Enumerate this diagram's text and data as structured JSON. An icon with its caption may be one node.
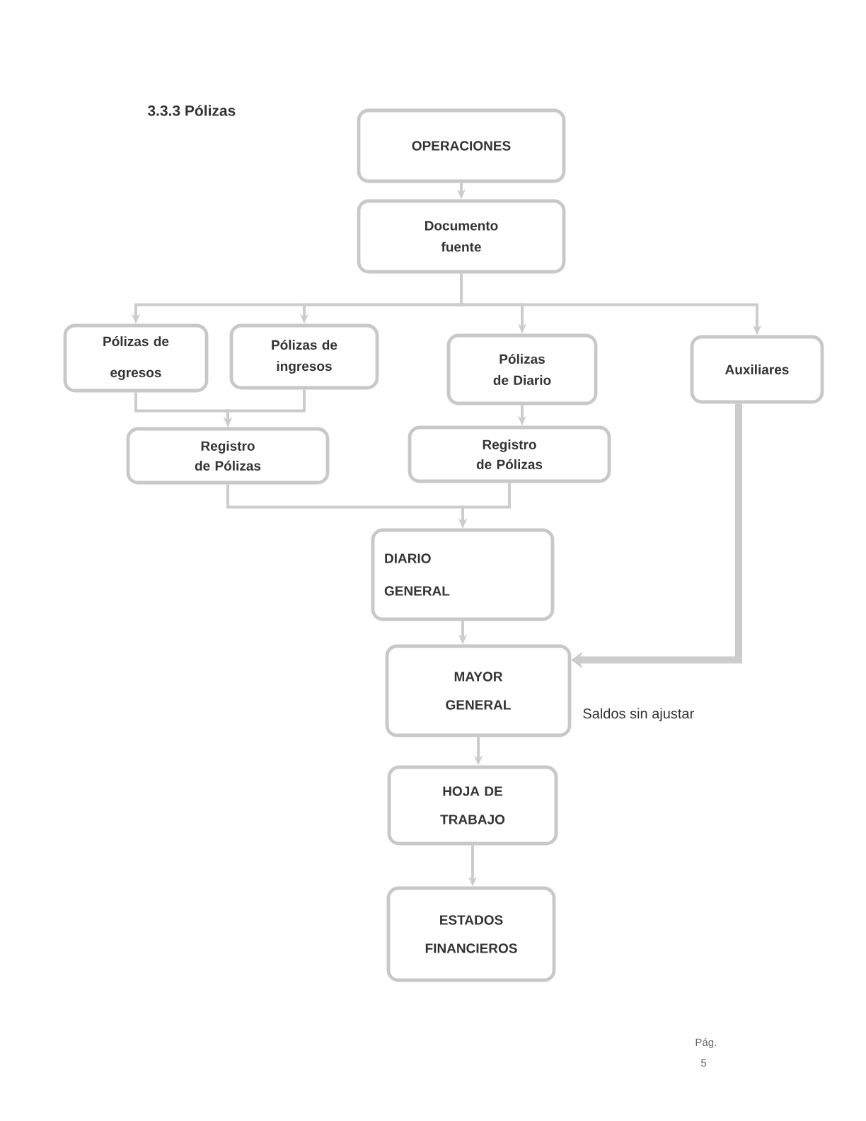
{
  "diagram": {
    "title": "3.3.3 Pólizas",
    "nodes": [
      {
        "text": [
          "OPERACIONES"
        ]
      },
      {
        "text": [
          "Documento fuente"
        ]
      },
      {
        "text": [
          "Pólizas de egresos"
        ]
      },
      {
        "text": [
          "Pólizas de ingresos"
        ]
      },
      {
        "text": [
          "Pólizas de Diario"
        ]
      },
      {
        "text": [
          "Auxiliares"
        ]
      },
      {
        "text": [
          "Registro de Pólizas"
        ]
      },
      {
        "text": [
          "Registro de Pólizas"
        ]
      },
      {
        "text": [
          "DIARIO GENERAL"
        ]
      },
      {
        "text": [
          "MAYOR GENERAL"
        ],
        "beside": [
          "Saldos sin ajustar"
        ]
      },
      {
        "text": [
          "HOJA DE TRABAJO"
        ]
      },
      {
        "text": [
          "ESTADOS FINANCIEROS"
        ]
      }
    ],
    "edges": [
      {
        "from": 0,
        "to": 1,
        "arrow": "to"
      },
      {
        "from": 1,
        "to": 2,
        "arrow": "to"
      },
      {
        "from": 1,
        "to": 3,
        "arrow": "to"
      },
      {
        "from": 1,
        "to": 4,
        "arrow": "to"
      },
      {
        "from": 1,
        "to": 5,
        "arrow": "to"
      },
      {
        "from": 2,
        "to": 6,
        "arrow": "to"
      },
      {
        "from": 3,
        "to": 6,
        "arrow": "to"
      },
      {
        "from": 4,
        "to": 7,
        "arrow": "to"
      },
      {
        "from": 6,
        "to": 8,
        "arrow": "to"
      },
      {
        "from": 7,
        "to": 8,
        "arrow": "to"
      },
      {
        "from": 8,
        "to": 9,
        "arrow": "to"
      },
      {
        "from": 5,
        "to": 9,
        "arrow": "to",
        "style": "thick"
      },
      {
        "from": 9,
        "to": 10,
        "arrow": "to"
      },
      {
        "from": 10,
        "to": 11,
        "arrow": "to"
      }
    ],
    "labels": [
      "Pág.",
      "5"
    ]
  }
}
